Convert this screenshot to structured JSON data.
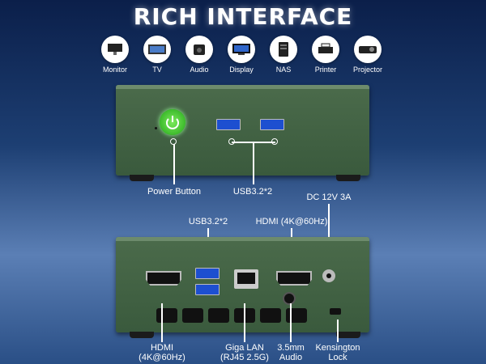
{
  "title": "RICH INTERFACE",
  "devices": [
    {
      "label": "Monitor",
      "icon": "monitor-icon"
    },
    {
      "label": "TV",
      "icon": "tv-icon"
    },
    {
      "label": "Audio",
      "icon": "speaker-icon"
    },
    {
      "label": "Display",
      "icon": "display-icon"
    },
    {
      "label": "NAS",
      "icon": "nas-icon"
    },
    {
      "label": "Printer",
      "icon": "printer-icon"
    },
    {
      "label": "Projector",
      "icon": "projector-icon"
    }
  ],
  "front": {
    "power": "Power Button",
    "usb": "USB3.2*2"
  },
  "rear": {
    "dc": "DC 12V 3A",
    "usb": "USB3.2*2",
    "hdmi_top": "HDMI (4K@60Hz)",
    "hdmi_bottom_1": "HDMI",
    "hdmi_bottom_2": "(4K@60Hz)",
    "lan_1": "Giga LAN",
    "lan_2": "(RJ45 2.5G)",
    "audio_1": "3.5mm",
    "audio_2": "Audio",
    "lock_1": "Kensington",
    "lock_2": "Lock"
  },
  "colors": {
    "case": "#3a5a3d",
    "power": "#5fd64a",
    "usb": "#1d4fd0"
  }
}
